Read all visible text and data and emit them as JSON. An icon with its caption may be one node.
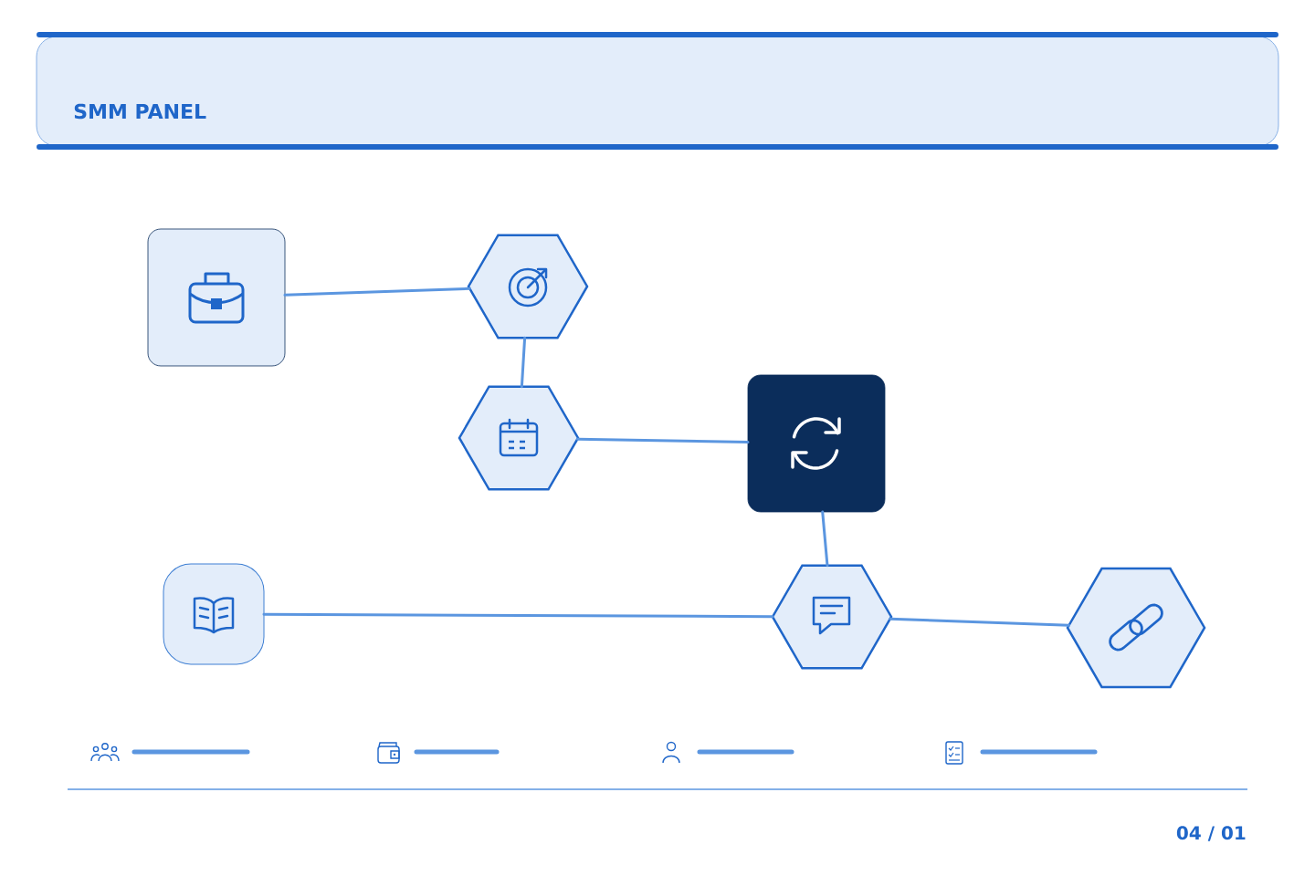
{
  "diagram": {
    "nodes": [
      {
        "text": [],
        "shape": "box"
      },
      {
        "text": [],
        "shape": "hexagon"
      },
      {
        "text": [],
        "shape": "hexagon"
      },
      {
        "text": [],
        "shape": "box"
      },
      {
        "text": [],
        "shape": "box"
      },
      {
        "text": [],
        "shape": "hexagon"
      },
      {
        "text": [],
        "shape": "hexagon"
      }
    ],
    "edges": [
      {
        "from": 0,
        "to": 1,
        "arrow": "none"
      },
      {
        "from": 1,
        "to": 2,
        "arrow": "none"
      },
      {
        "from": 2,
        "to": 3,
        "arrow": "none"
      },
      {
        "from": 3,
        "to": 5,
        "arrow": "none"
      },
      {
        "from": 4,
        "to": 5,
        "arrow": "none"
      },
      {
        "from": 5,
        "to": 6,
        "arrow": "none"
      }
    ],
    "labels": [
      "SMM PANEL",
      "04 / 01"
    ]
  }
}
